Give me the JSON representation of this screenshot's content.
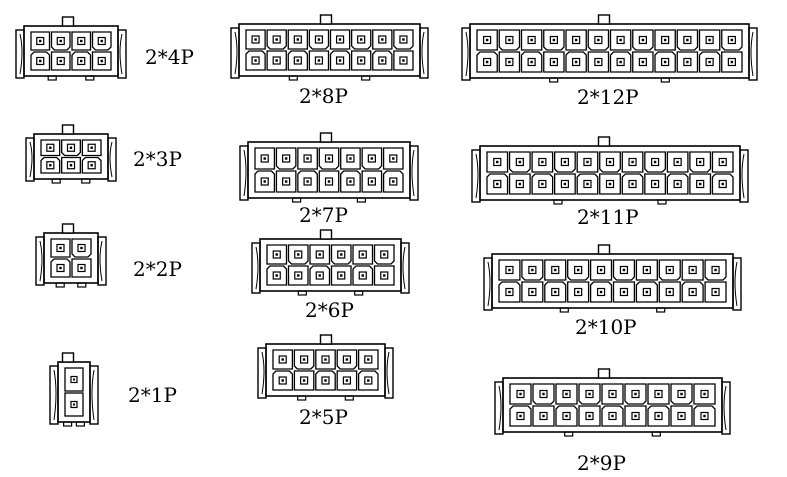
{
  "colors": {
    "line": "#000000",
    "background": "#ffffff"
  },
  "connectors": [
    {
      "id": "c-2x4",
      "rows": 2,
      "cols": 4,
      "label": "2*4P"
    },
    {
      "id": "c-2x3",
      "rows": 2,
      "cols": 3,
      "label": "2*3P"
    },
    {
      "id": "c-2x2",
      "rows": 2,
      "cols": 2,
      "label": "2*2P"
    },
    {
      "id": "c-2x1",
      "rows": 2,
      "cols": 1,
      "label": "2*1P"
    },
    {
      "id": "c-2x8",
      "rows": 2,
      "cols": 8,
      "label": "2*8P"
    },
    {
      "id": "c-2x7",
      "rows": 2,
      "cols": 7,
      "label": "2*7P"
    },
    {
      "id": "c-2x6",
      "rows": 2,
      "cols": 6,
      "label": "2*6P"
    },
    {
      "id": "c-2x5",
      "rows": 2,
      "cols": 5,
      "label": "2*5P"
    },
    {
      "id": "c-2x12",
      "rows": 2,
      "cols": 12,
      "label": "2*12P"
    },
    {
      "id": "c-2x11",
      "rows": 2,
      "cols": 11,
      "label": "2*11P"
    },
    {
      "id": "c-2x10",
      "rows": 2,
      "cols": 10,
      "label": "2*10P"
    },
    {
      "id": "c-2x9",
      "rows": 2,
      "cols": 9,
      "label": "2*9P"
    }
  ]
}
